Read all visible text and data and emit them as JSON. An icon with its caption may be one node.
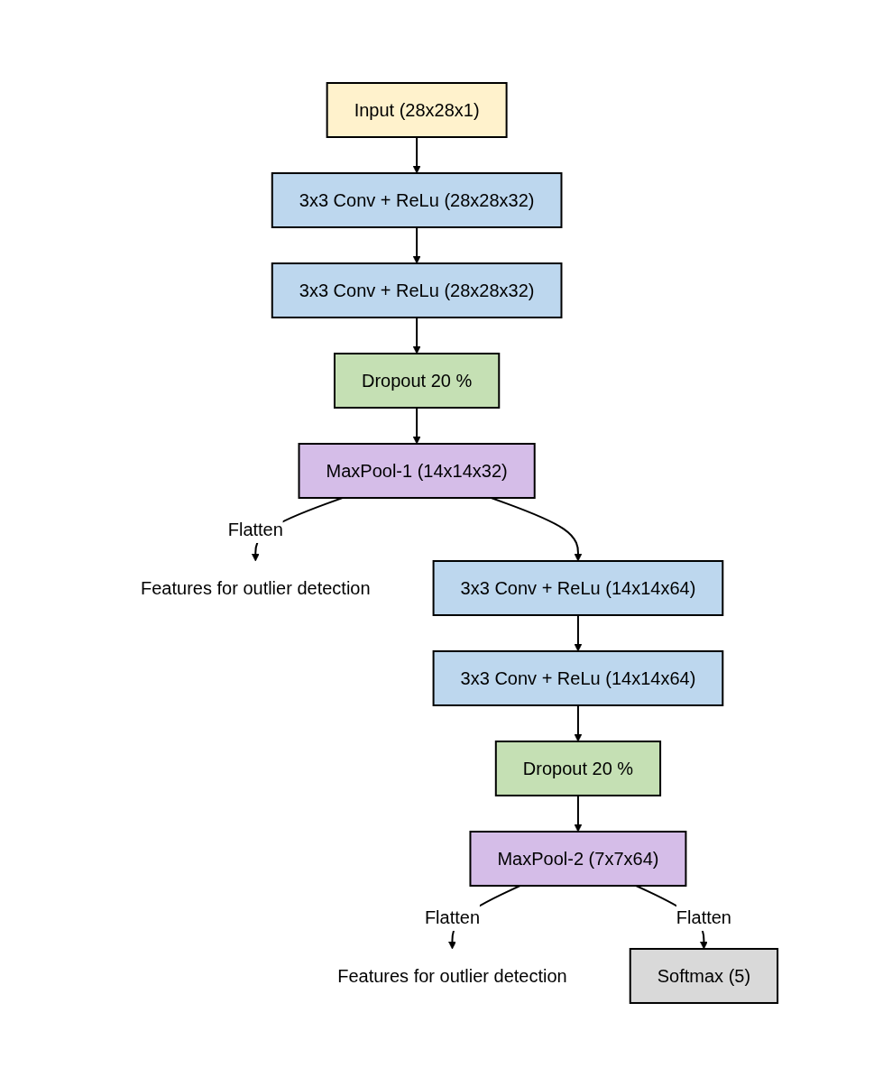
{
  "diagram": {
    "nodes": [
      {
        "text": [
          "Input (28x28x1)"
        ]
      },
      {
        "text": [
          "3x3 Conv + ReLu (28x28x32)"
        ]
      },
      {
        "text": [
          "3x3 Conv + ReLu (28x28x32)"
        ]
      },
      {
        "text": [
          "Dropout 20 %"
        ]
      },
      {
        "text": [
          "MaxPool-1 (14x14x32)"
        ]
      },
      {
        "text": [
          "Features for outlier detection"
        ]
      },
      {
        "text": [
          "3x3 Conv + ReLu (14x14x64)"
        ]
      },
      {
        "text": [
          "3x3 Conv + ReLu (14x14x64)"
        ]
      },
      {
        "text": [
          "Dropout 20 %"
        ]
      },
      {
        "text": [
          "MaxPool-2 (7x7x64)"
        ]
      },
      {
        "text": [
          "Features for outlier detection"
        ]
      },
      {
        "text": [
          "Softmax (5)"
        ]
      }
    ],
    "edges": [
      {
        "from": 0,
        "to": 1,
        "arrow": "to"
      },
      {
        "from": 1,
        "to": 2,
        "arrow": "to"
      },
      {
        "from": 2,
        "to": 3,
        "arrow": "to"
      },
      {
        "from": 3,
        "to": 4,
        "arrow": "to"
      },
      {
        "from": 4,
        "to": 5,
        "arrow": "to",
        "label": "Flatten"
      },
      {
        "from": 4,
        "to": 6,
        "arrow": "to"
      },
      {
        "from": 6,
        "to": 7,
        "arrow": "to"
      },
      {
        "from": 7,
        "to": 8,
        "arrow": "to"
      },
      {
        "from": 8,
        "to": 9,
        "arrow": "to"
      },
      {
        "from": 9,
        "to": 10,
        "arrow": "to",
        "label": "Flatten"
      },
      {
        "from": 9,
        "to": 11,
        "arrow": "to",
        "label": "Flatten"
      }
    ]
  }
}
